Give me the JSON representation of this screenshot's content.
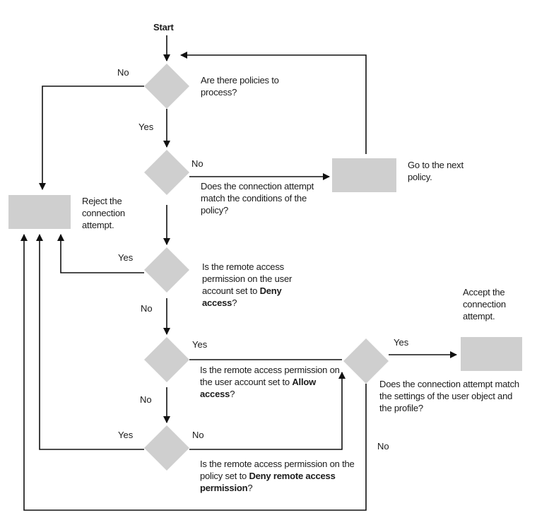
{
  "colors": {
    "shape_fill": "#cfcfcf",
    "line": "#111111",
    "text": "#1a1a1a",
    "background": "#ffffff"
  },
  "start": "Start",
  "decisions": {
    "policies": "Are there policies to process?",
    "conditions": "Does the connection attempt match the conditions of the policy?",
    "deny_user": {
      "pre": "Is the remote access permission on the user account set to ",
      "bold": "Deny access",
      "post": "?"
    },
    "allow_user": {
      "pre": "Is the remote access permission on the user account set to ",
      "bold": "Allow access",
      "post": "?"
    },
    "deny_policy": {
      "pre": "Is the remote access permission on the policy set to ",
      "bold": "Deny remote access permission",
      "post": "?"
    },
    "profile": "Does the connection attempt match the settings of the user object and the profile?"
  },
  "boxes": {
    "reject": "Reject the connection attempt.",
    "next_policy": "Go to the next policy.",
    "accept": "Accept the connection attempt."
  },
  "labels": {
    "yes": "Yes",
    "no": "No"
  }
}
